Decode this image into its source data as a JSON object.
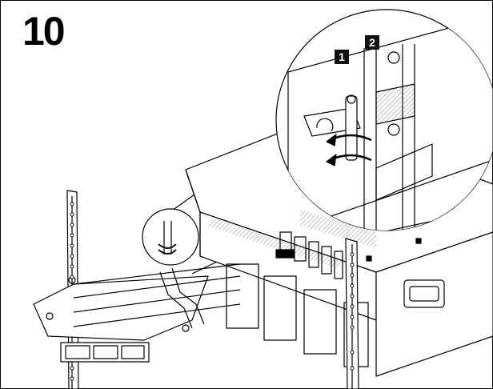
{
  "step_number": "10",
  "callouts": [
    "1",
    "2"
  ],
  "colors": {
    "line": "#000000",
    "background": "#ffffff",
    "callout_fill": "#111111",
    "hatch": "#888888"
  }
}
